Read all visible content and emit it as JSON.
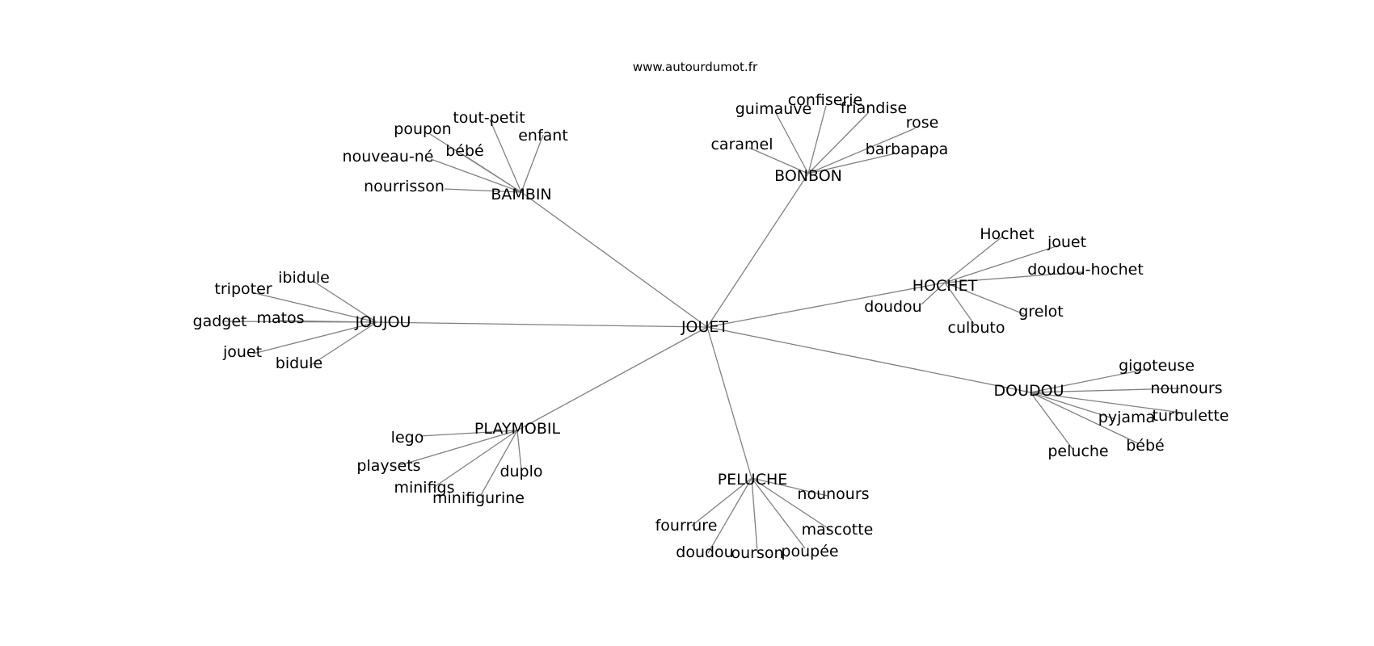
{
  "source": "www.autourdumot.fr",
  "root": "JOUET",
  "groups": [
    {
      "key": "bambin",
      "label": "BAMBIN",
      "children": [
        "poupon",
        "tout-petit",
        "enfant",
        "bébé",
        "nouveau-né",
        "nourrisson"
      ]
    },
    {
      "key": "bonbon",
      "label": "BONBON",
      "children": [
        "confiserie",
        "guimauve",
        "friandise",
        "rose",
        "caramel",
        "barbapapa"
      ]
    },
    {
      "key": "hochet",
      "label": "HOCHET",
      "children": [
        "Hochet",
        "jouet",
        "doudou-hochet",
        "doudou",
        "grelot",
        "culbuto"
      ]
    },
    {
      "key": "joujou",
      "label": "JOUJOU",
      "children": [
        "ibidule",
        "tripoter",
        "gadget",
        "matos",
        "jouet",
        "bidule"
      ]
    },
    {
      "key": "doudou",
      "label": "DOUDOU",
      "children": [
        "gigoteuse",
        "nounours",
        "pyjama",
        "turbulette",
        "bébé",
        "peluche"
      ]
    },
    {
      "key": "playmobil",
      "label": "PLAYMOBIL",
      "children": [
        "lego",
        "playsets",
        "duplo",
        "minifigs",
        "minifigurine"
      ]
    },
    {
      "key": "peluche",
      "label": "PELUCHE",
      "children": [
        "nounours",
        "fourrure",
        "mascotte",
        "doudou",
        "ourson",
        "poupée"
      ]
    }
  ]
}
